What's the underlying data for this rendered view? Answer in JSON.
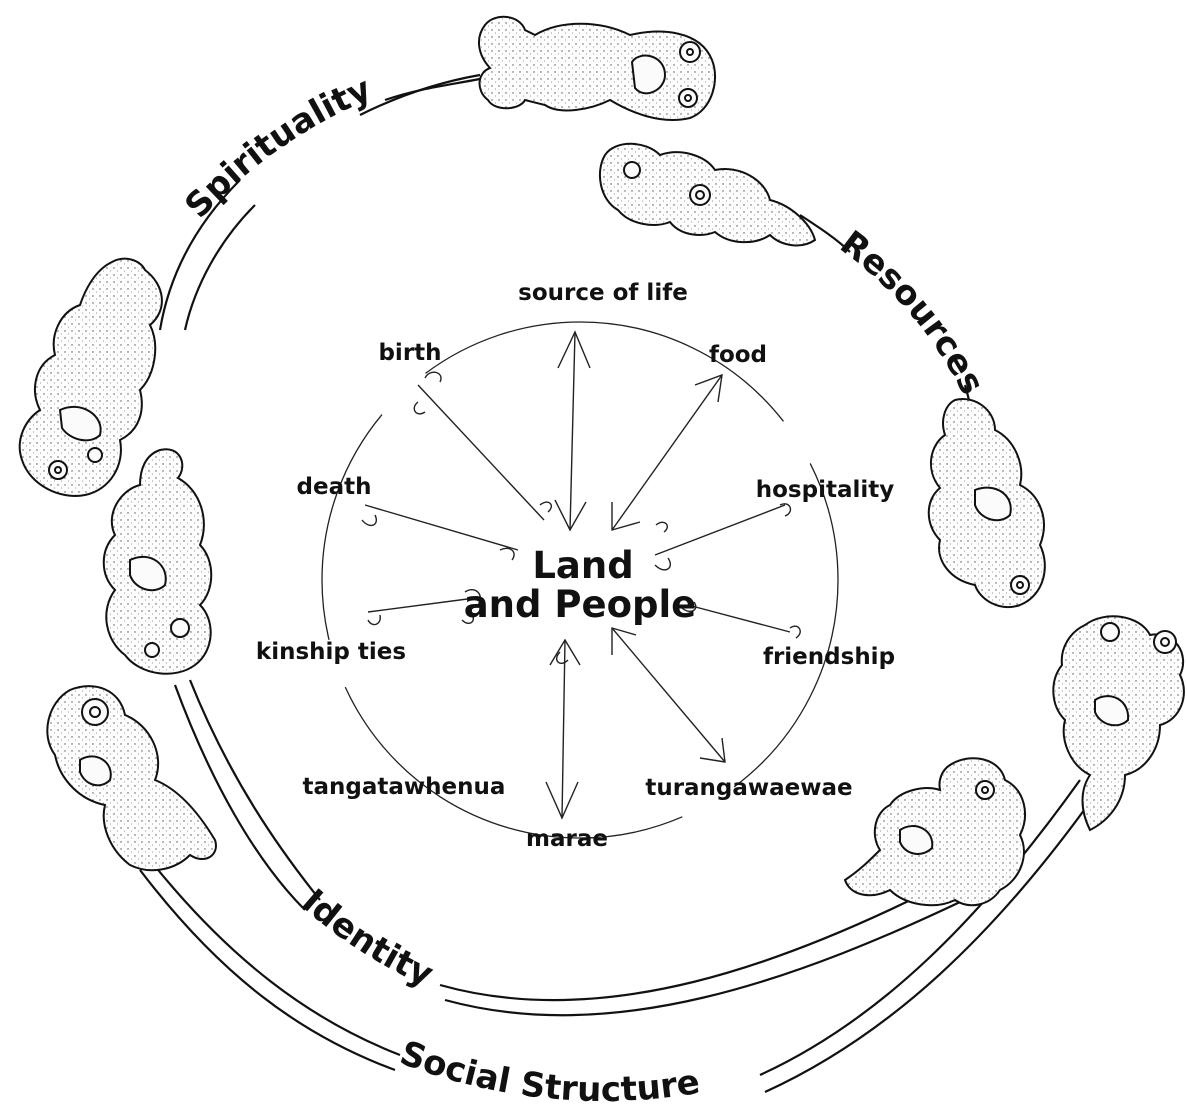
{
  "center": {
    "line1": "Land",
    "line2": "and People"
  },
  "outer_bands": {
    "spirituality": "Spirituality",
    "resources": "Resources",
    "identity": "Identity",
    "social_structure": "Social  Structure"
  },
  "inner_labels": {
    "source_of_life": "source of life",
    "birth": "birth",
    "food": "food",
    "death": "death",
    "hospitality": "hospitality",
    "kinship_ties": "kinship  ties",
    "friendship": "friendship",
    "tangatawhenua": "tangatawhenua",
    "turangawaewae": "turangawaewae",
    "marae": "marae"
  }
}
